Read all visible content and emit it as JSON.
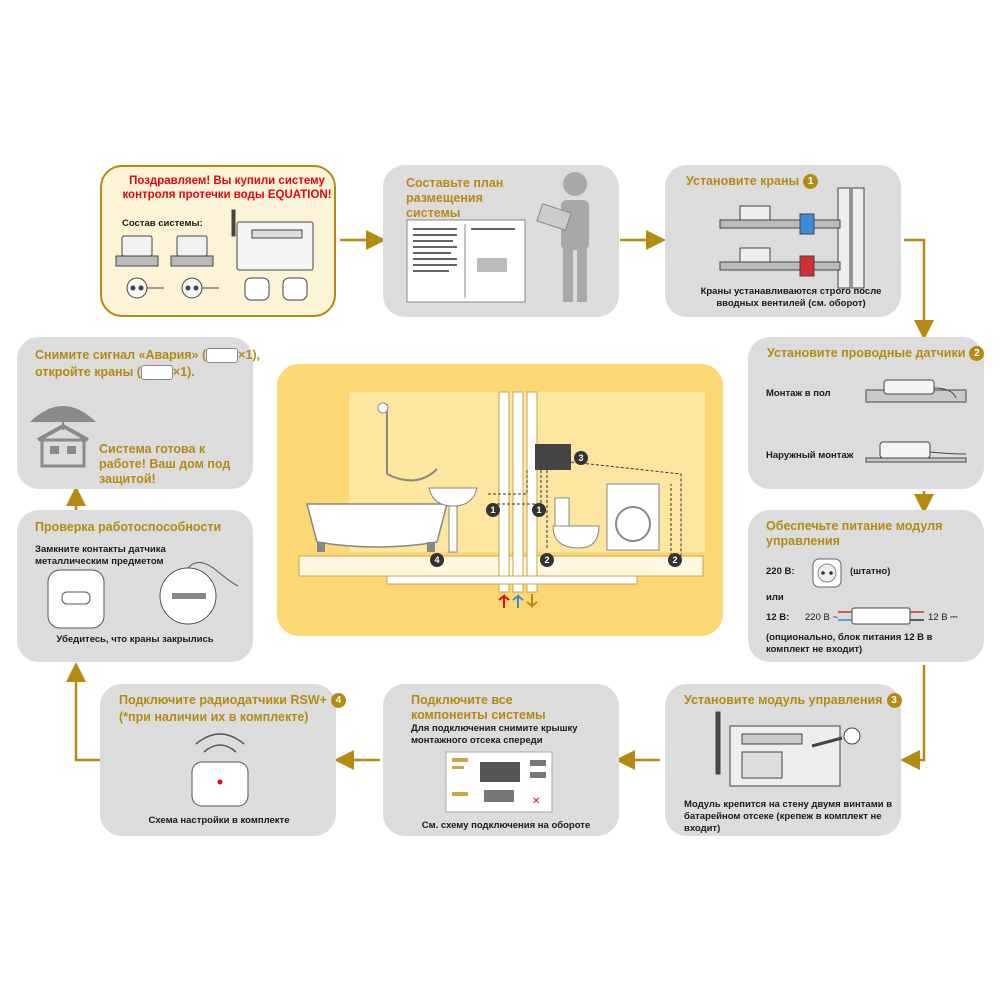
{
  "colors": {
    "accent": "#b58a12",
    "card": "#dcdcdc",
    "red": "#e30613",
    "center": "#fbd874"
  },
  "step1": {
    "title": "Поздравляем! Вы купили систему контроля протечки воды EQUATION!",
    "subtitle": "Состав системы:"
  },
  "step2": {
    "title": "Составьте план размещения системы"
  },
  "step3": {
    "title": "Установите краны",
    "num": "1",
    "note": "Краны устанавливаются строго после вводных вентилей (см. оборот)"
  },
  "step4": {
    "title": "Установите проводные датчики",
    "num": "2",
    "floor": "Монтаж в пол",
    "outdoor": "Наружный монтаж"
  },
  "step5": {
    "title": "Обеспечьте питание модуля управления",
    "v220": "220 В:",
    "standard": "(штатно)",
    "or": "или",
    "v12": "12 В:",
    "in220": "220 В ~",
    "out12": "12 В ⎓",
    "note": "(опционально, блок питания 12 В в комплект не входит)"
  },
  "step6": {
    "title": "Установите модуль управления",
    "num": "3",
    "note": "Модуль крепится на стену двумя винтами в батарейном отсеке (крепеж в комплект не входит)"
  },
  "step7": {
    "title": "Подключите все компоненты системы",
    "instr": "Для подключения снимите крышку монтажного отсека спереди",
    "note": "См. схему подключения на обороте"
  },
  "step8": {
    "title": "Подключите радиодатчики RSW+",
    "num": "4",
    "title2": "(*при наличии их в комплекте)",
    "note": "Схема настройки в комплекте"
  },
  "step9": {
    "title": "Проверка работоспособности",
    "instr": "Замкните контакты датчика металлическим предметом",
    "note": "Убедитесь, что краны закрылись"
  },
  "step10": {
    "line1a": "Снимите сигнал «Авария» (",
    "x1": "×1),",
    "line2a": "откройте краны (",
    "x2": "×1).",
    "ready": "Система готова к работе! Ваш дом под защитой!"
  },
  "center": {
    "n1": "1",
    "n2": "2",
    "n3": "3",
    "n4": "4"
  }
}
